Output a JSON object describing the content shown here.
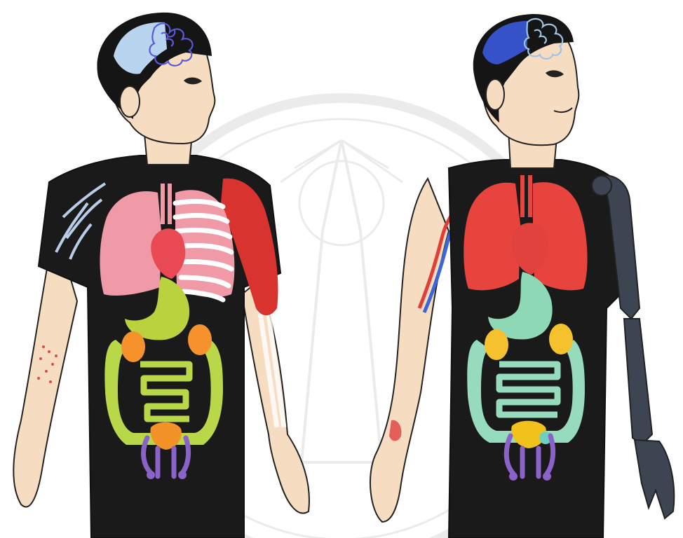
{
  "colors": {
    "background": "#ffffff",
    "watermark": "#e9e9e9",
    "skin": "#f6dcc0",
    "skin_outline": "#222222",
    "hair": "#151515",
    "shirt": "#1a1a1a",
    "brain_left": "#b9d4ee",
    "brain_right": "#3652c8",
    "cerebellum": "#5a5ad8",
    "lungs_left": "#ef9aa6",
    "lungs_right": "#e8443e",
    "heart_left": "#e84952",
    "heart_right": "#e2423e",
    "ribs": "#ffffff",
    "arm_muscle": "#d8332f",
    "stomach_left": "#b9d23e",
    "stomach_right": "#8fd8b6",
    "intestines_left": "#b8d84a",
    "intestines_right": "#97dbbd",
    "kidneys_left": "#f5922c",
    "kidneys_right": "#f5c12c",
    "bladder_left": "#f29228",
    "bladder_right": "#f2c21c",
    "reproductive": "#8a63c8",
    "veins": "#b7cde8",
    "artery": "#e03e36",
    "vein_blue": "#3a66d8",
    "skin_rash": "#e04848",
    "skeleton_arm": "#3d4552"
  },
  "figures": [
    {
      "id": "left",
      "organs": [
        "brain",
        "lungs",
        "heart",
        "ribs",
        "stomach",
        "kidneys",
        "large-intestine",
        "small-intestine",
        "bladder",
        "reproductive-organs",
        "arm-muscle",
        "arm-bones",
        "arm-veins"
      ]
    },
    {
      "id": "right",
      "organs": [
        "brain",
        "lungs",
        "heart",
        "stomach",
        "kidneys",
        "large-intestine",
        "small-intestine",
        "bladder",
        "reproductive-organs",
        "arm-skeleton",
        "blood-vessels"
      ]
    }
  ]
}
